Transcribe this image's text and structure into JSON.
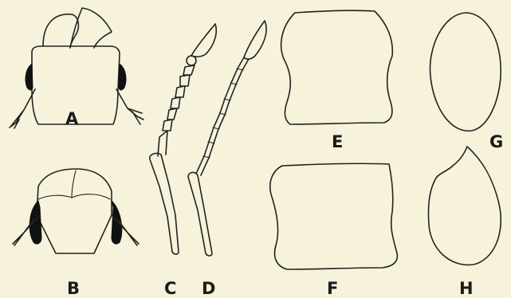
{
  "figure": {
    "labels": {
      "a": "A",
      "b": "B",
      "c": "C",
      "d": "D",
      "e": "E",
      "f": "F",
      "g": "G",
      "h": "H"
    },
    "colors": {
      "background": "#f6f2dc",
      "ink": "#222222",
      "eye": "#111111"
    }
  }
}
